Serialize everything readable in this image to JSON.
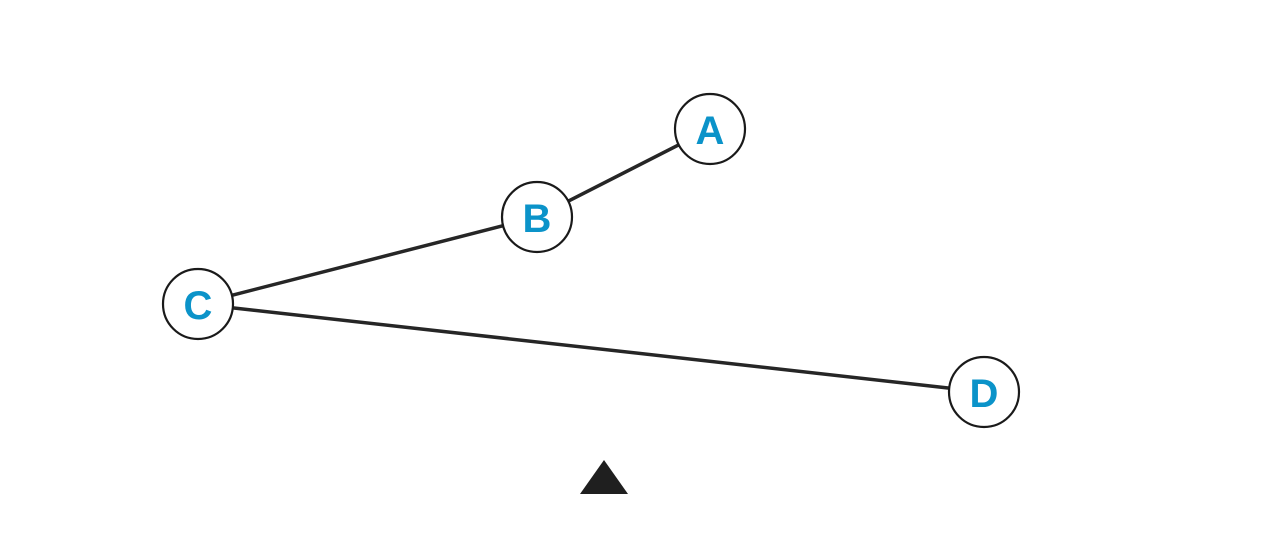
{
  "diagram": {
    "nodes": [
      {
        "id": "A",
        "label": "A"
      },
      {
        "id": "B",
        "label": "B"
      },
      {
        "id": "C",
        "label": "C"
      },
      {
        "id": "D",
        "label": "D"
      }
    ],
    "edges": [
      {
        "from": "A",
        "to": "B"
      },
      {
        "from": "B",
        "to": "C"
      },
      {
        "from": "C",
        "to": "D"
      }
    ],
    "pivot": {
      "shape": "triangle"
    },
    "colors": {
      "label": "#0b93c9",
      "line": "#262626",
      "pivot": "#1f1f1f"
    }
  }
}
